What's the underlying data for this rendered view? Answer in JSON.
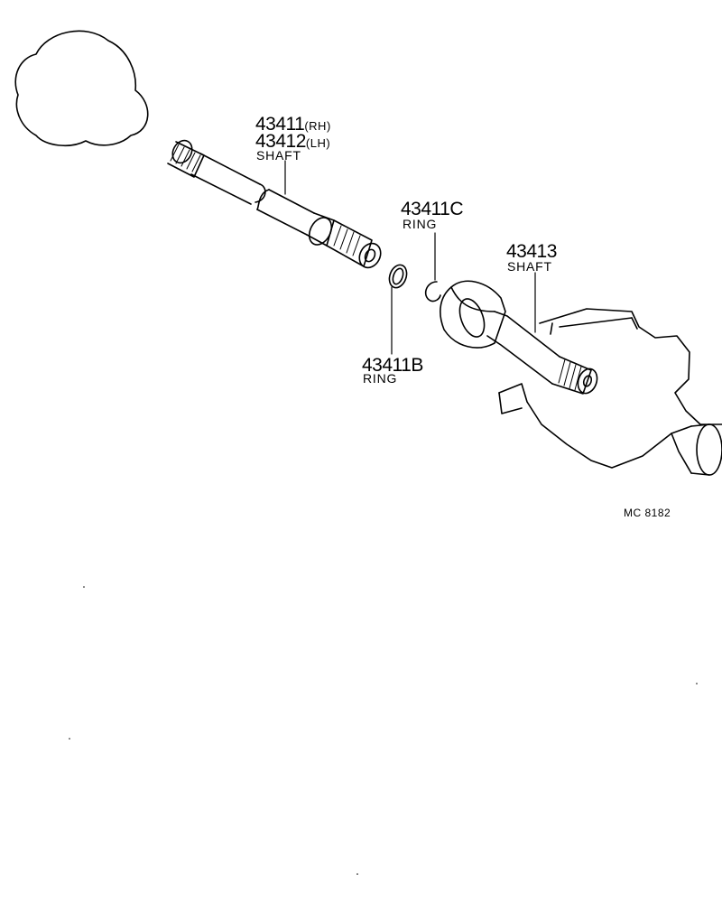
{
  "labels": {
    "shaft_outer": {
      "rh_number": "43411",
      "rh_side": "(RH)",
      "lh_number": "43412",
      "lh_side": "(LH)",
      "name": "SHAFT"
    },
    "ring_c": {
      "number": "43411C",
      "name": "RING"
    },
    "ring_b": {
      "number": "43411B",
      "name": "RING"
    },
    "shaft_inner": {
      "number": "43413",
      "name": "SHAFT"
    },
    "diagram_code": "MC 8182"
  },
  "colors": {
    "ink": "#000000",
    "paper": "#ffffff"
  }
}
